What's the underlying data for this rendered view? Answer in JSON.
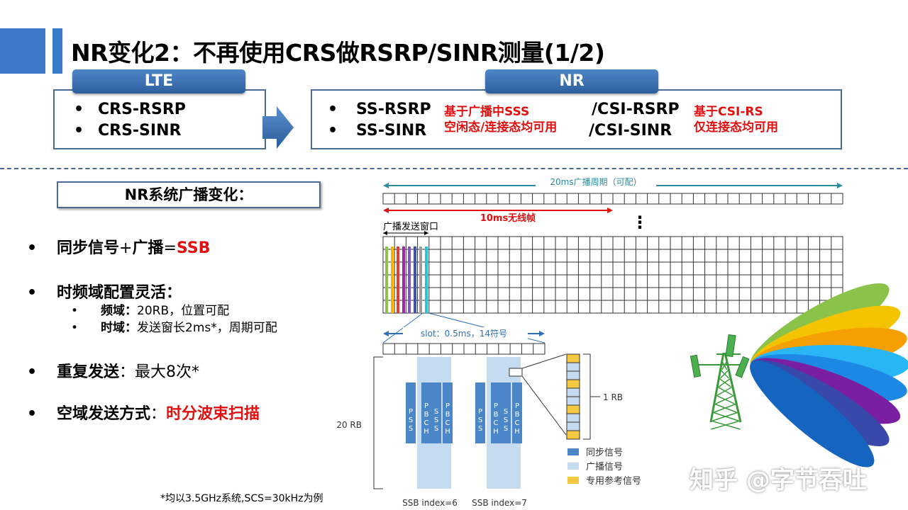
{
  "title": "NR变化2：不再使用CRS做RSRP/SINR测量(1/2)",
  "lte": {
    "tab": "LTE",
    "items": [
      "CRS-RSRP",
      "CRS-SINR"
    ]
  },
  "nr": {
    "tab": "NR",
    "items_left": [
      "SS-RSRP",
      "SS-SINR"
    ],
    "note_left": [
      "基于广播中SSS",
      "空闲态/连接态均可用"
    ],
    "items_right": [
      "/CSI-RSRP",
      "/CSI-SINR"
    ],
    "note_right": [
      "基于CSI-RS",
      "仅连接态均可用"
    ]
  },
  "bullet_char": "•",
  "section_title": "NR系统广播变化：",
  "bullets": {
    "b1_prefix": "同步信号",
    "b1_plus": "+",
    "b1_mid": "广播",
    "b1_eq": "=",
    "b1_red": "SSB",
    "b2": "时频域配置灵活：",
    "b2_sub1_label": "频域：",
    "b2_sub1_text": "20RB，位置可配",
    "b2_sub2_label": "时域：",
    "b2_sub2_text": "发送窗长2ms*，周期可配",
    "b3_label": "重复发送",
    "b3_text": "：最大8次*",
    "b4_label": "空域发送方式",
    "b4_colon": "：",
    "b4_red": "时分波束扫描"
  },
  "diagram": {
    "period_label": "20ms广播周期（可配）",
    "frame_label": "10ms无线帧",
    "window_label": "广播发送窗口",
    "ellipsis": "⋮",
    "slot_label": "slot：0.5ms，14符号",
    "rb20_label": "20 RB",
    "rb1_label": "1 RB",
    "pss": [
      "P",
      "S",
      "S"
    ],
    "sss": [
      "S",
      "S",
      "S"
    ],
    "pbch": [
      "P",
      "B",
      "C",
      "H"
    ],
    "ssb_index_6": "SSB index=6",
    "ssb_index_7": "SSB index=7",
    "legend": [
      "同步信号",
      "广播信号",
      "专用参考信号"
    ],
    "colors": {
      "sync": "#4a86c8",
      "broadcast": "#c5dbef",
      "reference": "#f5c842",
      "grid": "#333333",
      "red": "#e01010",
      "teal": "#2a8c9c"
    }
  },
  "footnote": "*均以3.5GHz系统,SCS=30kHz为例",
  "watermark": "知乎 @字节吞吐"
}
